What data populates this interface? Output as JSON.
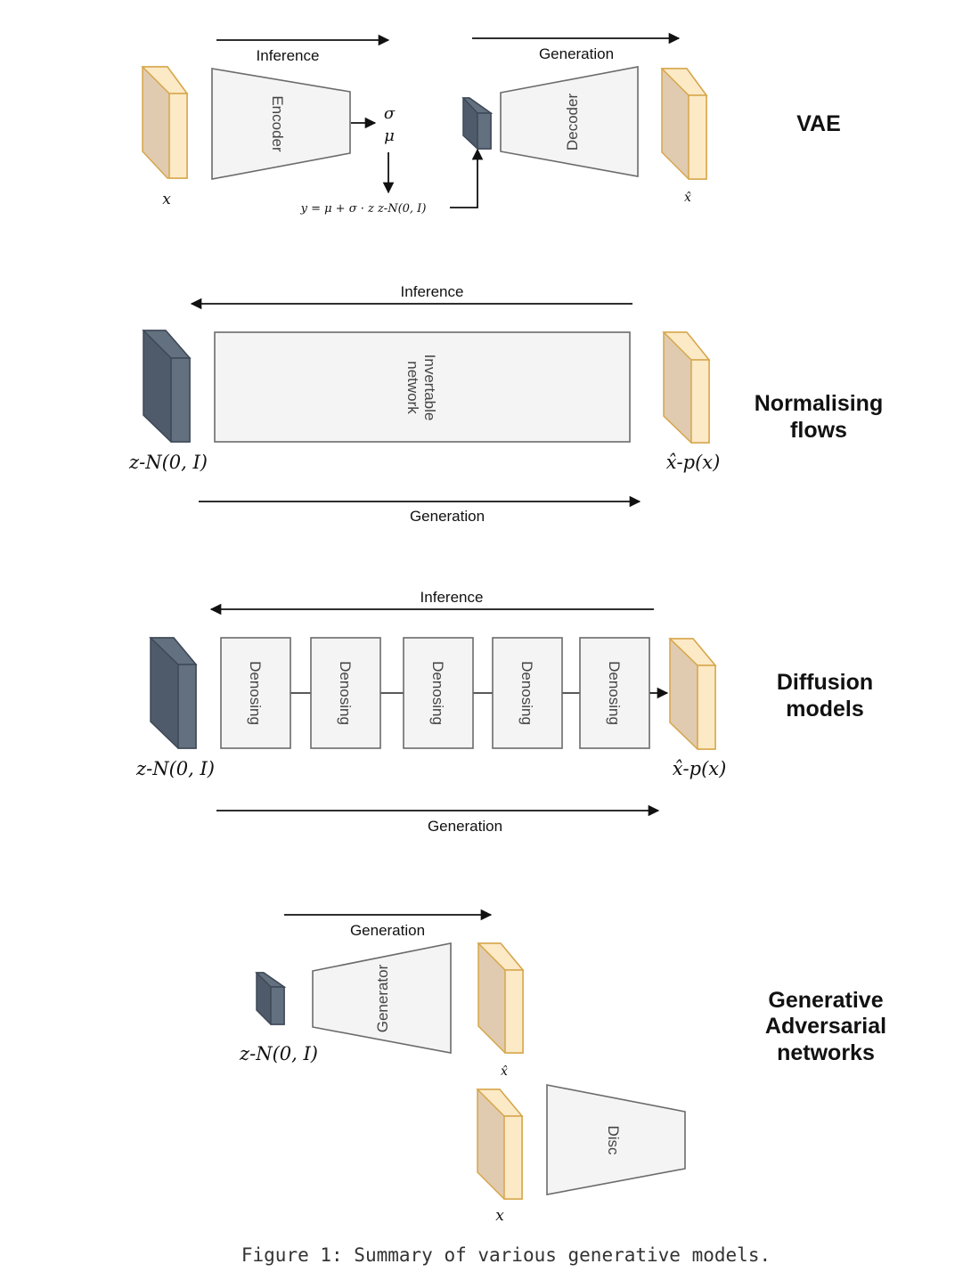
{
  "vae": {
    "title": "VAE",
    "inference": "Inference",
    "generation": "Generation",
    "encoder": "Encoder",
    "decoder": "Decoder",
    "sigma": "σ",
    "mu": "μ",
    "x_in": "x",
    "x_out": "x̂",
    "reparam": "y = μ + σ · z   z-N(0, I)"
  },
  "nf": {
    "title_line1": "Normalising",
    "title_line2": "flows",
    "inference": "Inference",
    "generation": "Generation",
    "network_line1": "Invertable",
    "network_line2": "network",
    "z_label": "z-N(0, I)",
    "x_label": "x̂-p(x)"
  },
  "diffusion": {
    "title_line1": "Diffusion",
    "title_line2": "models",
    "inference": "Inference",
    "generation": "Generation",
    "steps": [
      "Denosing",
      "Denosing",
      "Denosing",
      "Denosing",
      "Denosing"
    ],
    "z_label": "z-N(0, I)",
    "x_label": "x̂-p(x)"
  },
  "gan": {
    "title_line1": "Generative",
    "title_line2": "Adversarial",
    "title_line3": "networks",
    "generation": "Generation",
    "generator": "Generator",
    "disc": "Disc",
    "z_label": "z-N(0, I)",
    "x_hat": "x̂",
    "x_real": "x"
  },
  "caption": "Figure 1: Summary of various generative models.",
  "colors": {
    "data_front": "#fce9c6",
    "data_side": "#e0cbb0",
    "data_stroke": "#d6a64a",
    "latent_front": "#63707f",
    "latent_side": "#4f5b6b",
    "latent_stroke": "#3e4856",
    "box_fill": "#f4f4f4",
    "box_stroke": "#6b6b6b"
  }
}
